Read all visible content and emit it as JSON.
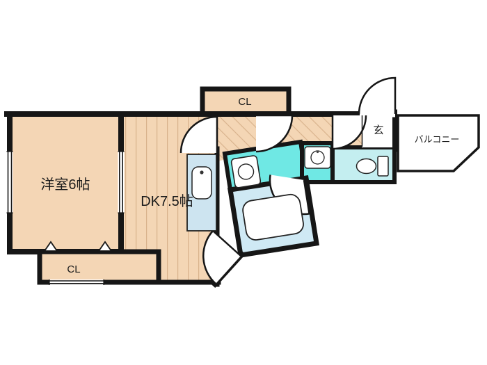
{
  "plan": {
    "rooms": {
      "western": {
        "label": "洋室6帖"
      },
      "dk": {
        "label": "DK7.5帖"
      },
      "closet_top": {
        "label": "CL"
      },
      "closet_bottom": {
        "label": "CL"
      },
      "entrance": {
        "label": "玄"
      },
      "balcony": {
        "label": "バルコニー"
      }
    },
    "colors": {
      "wall": "#161616",
      "room_fill": "#f4d6b5",
      "floor_stripe": "#d8b28c",
      "wet_area": "#6fe8e4",
      "toilet_room": "#c4eef0",
      "bathroom": "#cfe9f4",
      "kitchen_counter": "#cde4f0",
      "background": "#ffffff"
    }
  }
}
